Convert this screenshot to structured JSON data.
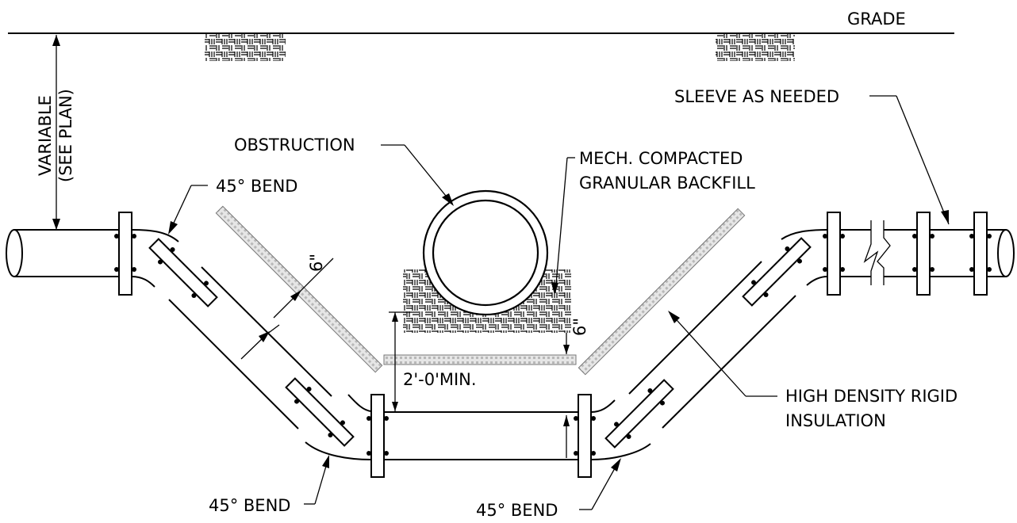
{
  "labels": {
    "grade": "GRADE",
    "variable": "VARIABLE",
    "see_plan": "(SEE PLAN)",
    "sleeve": "SLEEVE AS NEEDED",
    "obstruction": "OBSTRUCTION",
    "backfill_1": "MECH. COMPACTED",
    "backfill_2": "GRANULAR BACKFILL",
    "bend_upper_left": "45° BEND",
    "bend_lower_left": "45° BEND",
    "bend_lower_right": "45° BEND",
    "dim_6in_left": "6\"",
    "dim_6in_center": "6\"",
    "dim_2ft_min": "2'-0'MIN.",
    "insulation_1": "HIGH DENSITY RIGID",
    "insulation_2": "INSULATION"
  }
}
